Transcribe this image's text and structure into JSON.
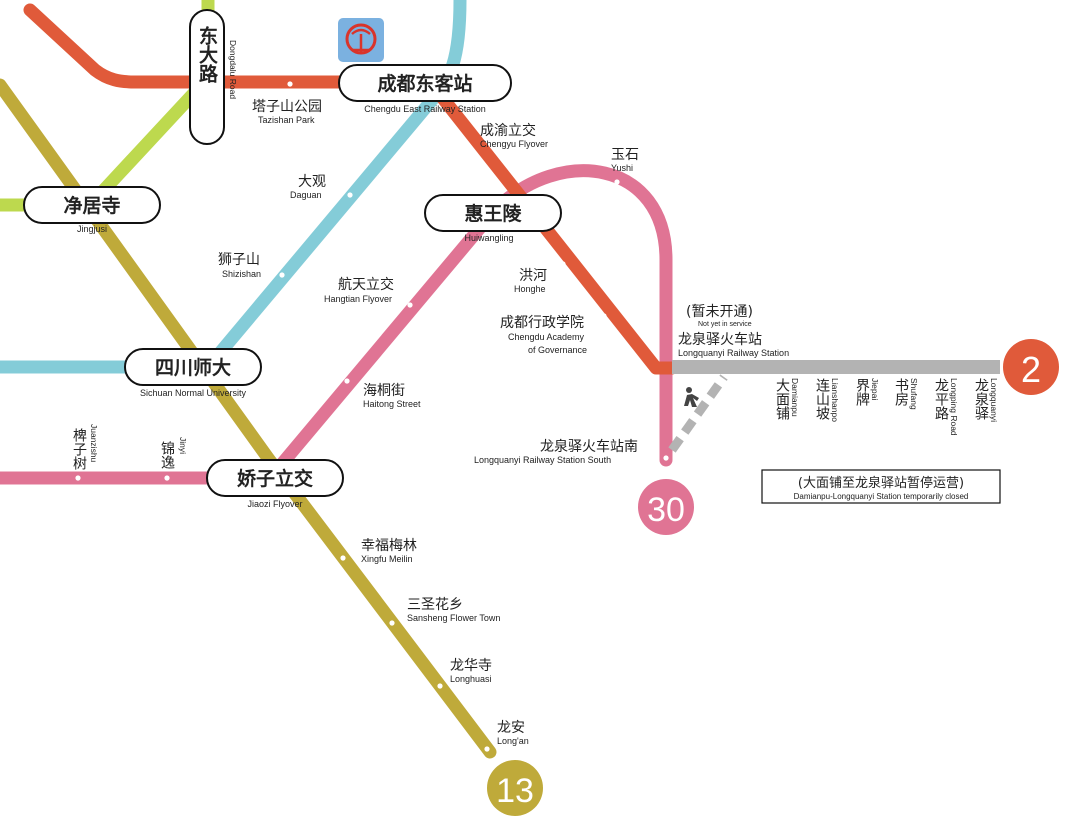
{
  "lines": {
    "line2": {
      "badge": "2",
      "color": "#e05a3a"
    },
    "line13": {
      "badge": "13",
      "color": "#bfaa3a"
    },
    "line30": {
      "badge": "30",
      "color": "#e07494"
    },
    "line_light_blue": {
      "color": "#84ccd8"
    },
    "line_lime": {
      "color": "#bdd94e"
    },
    "line_suspended": {
      "color": "#b3b3b3"
    }
  },
  "interchanges": {
    "dongdalu": {
      "zh": "东大路",
      "en": "Dongdalu Road"
    },
    "chengdu_east": {
      "zh": "成都东客站",
      "en": "Chengdu East Railway Station"
    },
    "jingjusi": {
      "zh": "净居寺",
      "en": "Jingjusi"
    },
    "huiwangling": {
      "zh": "惠王陵",
      "en": "Huiwangling"
    },
    "sichuan_normal": {
      "zh": "四川师大",
      "en": "Sichuan Normal University"
    },
    "jiaozi": {
      "zh": "娇子立交",
      "en": "Jiaozi Flyover"
    }
  },
  "stations": {
    "tazishan": {
      "zh": "塔子山公园",
      "en": "Tazishan Park"
    },
    "chengyu": {
      "zh": "成渝立交",
      "en": "Chengyu Flyover"
    },
    "daguan": {
      "zh": "大观",
      "en": "Daguan"
    },
    "shizishan": {
      "zh": "狮子山",
      "en": "Shizishan"
    },
    "hangtian": {
      "zh": "航天立交",
      "en": "Hangtian Flyover"
    },
    "honghe": {
      "zh": "洪河",
      "en": "Honghe"
    },
    "academy": {
      "zh": "成都行政学院",
      "en1": "Chengdu Academy",
      "en2": "of Governance"
    },
    "yushi": {
      "zh": "玉石",
      "en": "Yushi"
    },
    "haitong": {
      "zh": "海桐街",
      "en": "Haitong Street"
    },
    "juanzishu": {
      "zh": "椑子树",
      "en": "Juanzishu"
    },
    "jinyi": {
      "zh": "锦逸",
      "en": "Jinyi"
    },
    "xingfu": {
      "zh": "幸福梅林",
      "en": "Xingfu Meilin"
    },
    "sansheng": {
      "zh": "三圣花乡",
      "en": "Sansheng Flower Town"
    },
    "longhua": {
      "zh": "龙华寺",
      "en": "Longhuasi"
    },
    "longan": {
      "zh": "龙安",
      "en": "Long'an"
    },
    "lqy_south": {
      "zh": "龙泉驿火车站南",
      "en": "Longquanyi Railway Station South"
    },
    "lqy_rail": {
      "zh": "龙泉驿火车站",
      "en": "Longquanyi Railway Station",
      "status_zh": "(暂未开通)",
      "status_en": "Not yet in service"
    },
    "damianpu": {
      "zh": "大面铺",
      "en": "Damianpu"
    },
    "lianshanpo": {
      "zh": "连山坡",
      "en": "Lianshanpo"
    },
    "jiepai": {
      "zh": "界牌",
      "en": "Jiepai"
    },
    "shufang": {
      "zh": "书房",
      "en": "Shufang"
    },
    "longping": {
      "zh": "龙平路",
      "en": "Longping Road"
    },
    "longquanyi": {
      "zh": "龙泉驿",
      "en": "Longquanyi"
    }
  },
  "notice": {
    "zh": "(大面铺至龙泉驿站暂停运营)",
    "en": "Damianpu-Longquanyi Station temporarily closed"
  },
  "icons": {
    "railway": "railway-logo-icon",
    "walk": "pedestrian-transfer-icon"
  }
}
